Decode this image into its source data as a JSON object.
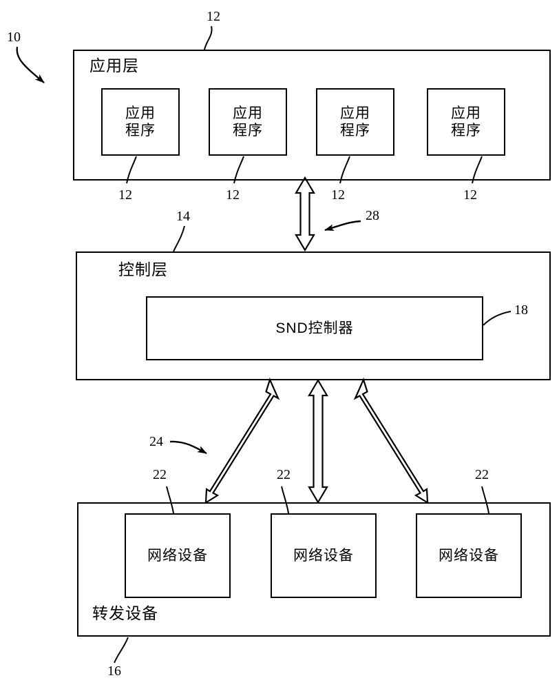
{
  "figure": {
    "type": "patent-diagram",
    "description": "SDN architecture block diagram with application layer, control layer and forwarding layer"
  },
  "application_layer": {
    "title": "应用层",
    "ref": "12",
    "apps": [
      {
        "label": "应用\n程序",
        "ref": "12"
      },
      {
        "label": "应用\n程序",
        "ref": "12"
      },
      {
        "label": "应用\n程序",
        "ref": "12"
      },
      {
        "label": "应用\n程序",
        "ref": "12"
      }
    ]
  },
  "control_layer": {
    "title": "控制层",
    "ref": "14",
    "controller": {
      "label": "SND控制器",
      "ref": "18"
    }
  },
  "forwarding_layer": {
    "title": "转发设备",
    "ref": "16",
    "devices": [
      {
        "label": "网络设备",
        "ref": "22"
      },
      {
        "label": "网络设备",
        "ref": "22"
      },
      {
        "label": "网络设备",
        "ref": "22"
      }
    ]
  },
  "connectors": {
    "app_to_control": {
      "ref": "28"
    },
    "control_to_forwarding": {
      "ref": "24"
    }
  },
  "overall": {
    "ref": "10"
  },
  "colors": {
    "line": "#000000",
    "background": "#ffffff"
  }
}
